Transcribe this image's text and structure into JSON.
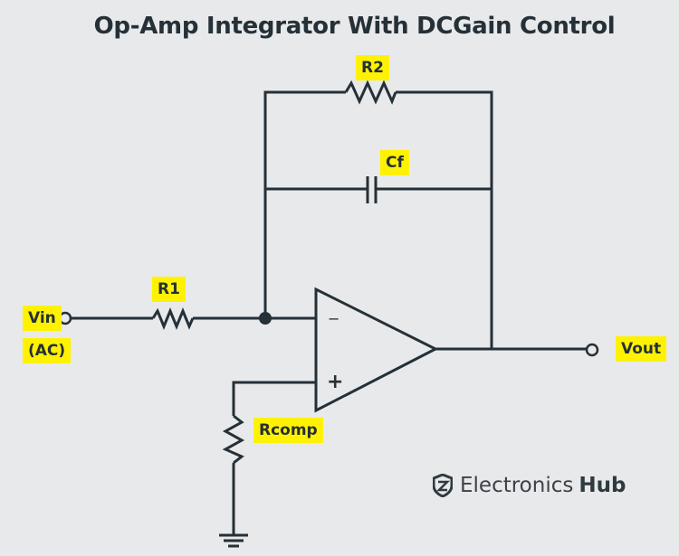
{
  "title": "Op-Amp Integrator With DCGain Control",
  "labels": {
    "r2": "R2",
    "cf": "Cf",
    "r1": "R1",
    "vin": "Vin",
    "vin_type": "(AC)",
    "vout": "Vout",
    "rcomp": "Rcomp"
  },
  "opamp": {
    "inverting": "−",
    "noninverting": "+"
  },
  "brand": {
    "name": "Electronics",
    "suffix": "Hub",
    "icon": "shield-logo-icon"
  },
  "colors": {
    "background": "#e8e9eb",
    "wire": "#253037",
    "label_bg": "#fff200"
  }
}
